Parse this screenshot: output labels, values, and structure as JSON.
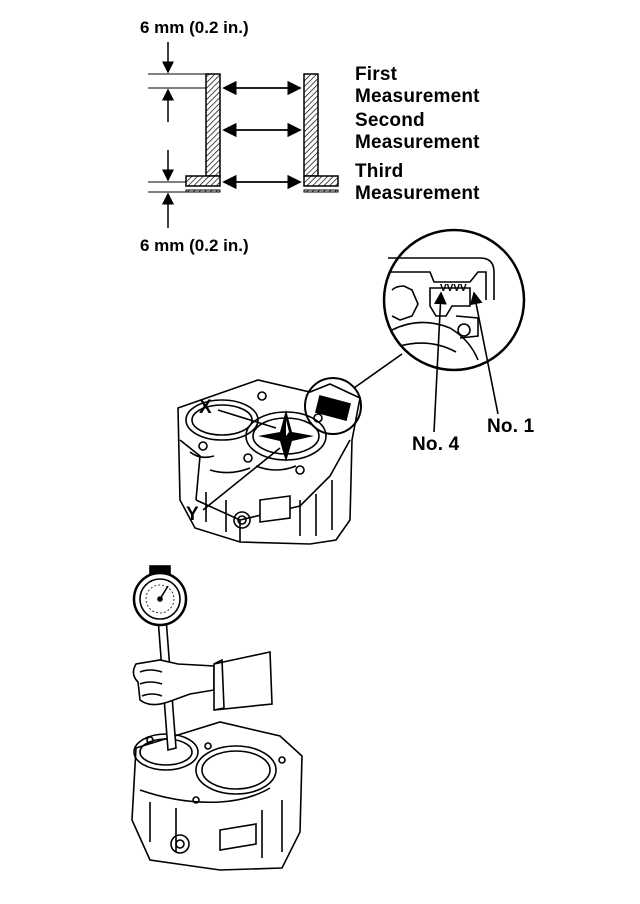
{
  "cylinder_diagram": {
    "top_dimension": "6 mm (0.2 in.)",
    "bottom_dimension": "6 mm (0.2 in.)",
    "measurements": [
      {
        "line1": "First",
        "line2": "Measurement"
      },
      {
        "line1": "Second",
        "line2": "Measurement"
      },
      {
        "line1": "Third",
        "line2": "Measurement"
      }
    ]
  },
  "engine_block": {
    "axis_x": "X",
    "axis_y": "Y",
    "cylinder_no4": "No. 4",
    "cylinder_no1": "No. 1"
  }
}
